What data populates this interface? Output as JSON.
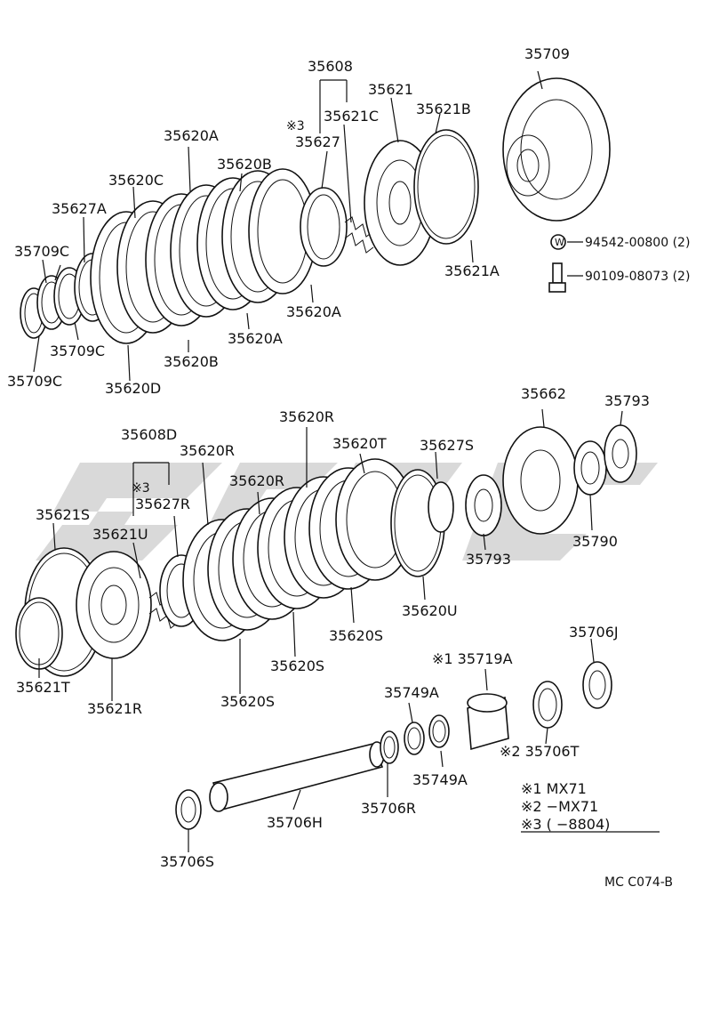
{
  "diagram": {
    "labels": {
      "p35608": "35608",
      "p35709": "35709",
      "p35621": "35621",
      "p35621B": "35621B",
      "p35621C": "35621C",
      "mark3_top": "※3",
      "p35627": "35627",
      "p35620A_top": "35620A",
      "p35620B_top": "35620B",
      "p35620C": "35620C",
      "p35627A": "35627A",
      "p35709C_1": "35709C",
      "p35709C_2": "35709C",
      "p35709C_3": "35709C",
      "p35620D": "35620D",
      "p35620B_bot": "35620B",
      "p35620A_mid": "35620A",
      "p35620A_low": "35620A",
      "p35621A": "35621A",
      "w_symbol": "W",
      "p94542": "94542-00800 (2)",
      "p90109": "90109-08073 (2)",
      "p35662": "35662",
      "p35793_top": "35793",
      "p35790": "35790",
      "p35793_mid": "35793",
      "p35608D": "35608D",
      "p35620R_1": "35620R",
      "p35620R_2": "35620R",
      "p35620R_3": "35620R",
      "p35620T": "35620T",
      "p35627S": "35627S",
      "mark3_mid": "※3",
      "p35627R": "35627R",
      "p35621S": "35621S",
      "p35621U": "35621U",
      "p35620U": "35620U",
      "p35620S_1": "35620S",
      "p35620S_2": "35620S",
      "p35620S_3": "35620S",
      "p35621T": "35621T",
      "p35621R": "35621R",
      "p35706J": "35706J",
      "p35719A": "※1 35719A",
      "p35749A_1": "35749A",
      "p35749A_2": "35749A",
      "p35706T": "※2 35706T",
      "p35706R": "35706R",
      "p35706H": "35706H",
      "p35706S": "35706S"
    },
    "legend": {
      "line1": "※1 MX71",
      "line2": "※2 −MX71",
      "line3": "※3 (        −8804)"
    },
    "code": "MC C074-B"
  }
}
